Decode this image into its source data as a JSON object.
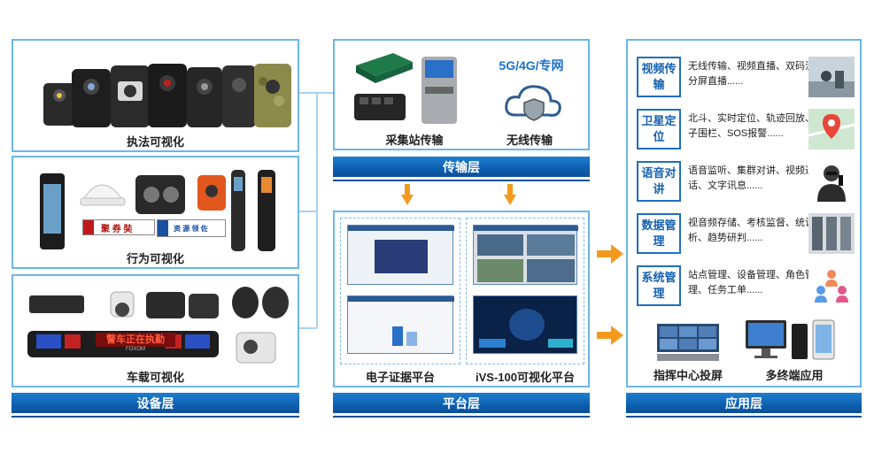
{
  "device_layer": {
    "label": "设备层",
    "groups": [
      {
        "caption": "执法可视化"
      },
      {
        "caption": "行为可视化",
        "badge_red": "聚 券 奘",
        "badge_blue": "资 源 领 佐"
      },
      {
        "caption": "车载可视化",
        "lightbar_text": "警车正在执勤",
        "lightbar_brand": "FOXOM"
      }
    ]
  },
  "transport_layer": {
    "label": "传输层",
    "items": [
      {
        "caption": "采集站传输"
      },
      {
        "caption": "无线传输",
        "network_label": "5G/4G/专网"
      }
    ]
  },
  "platform_layer": {
    "label": "平台层",
    "platforms": [
      {
        "caption": "电子证据平台"
      },
      {
        "caption": "iVS-100可视化平台"
      }
    ]
  },
  "application_layer": {
    "label": "应用层",
    "rows": [
      {
        "label": "视频传输",
        "desc": "无线传输、视频直播、双码流、分屏直播......"
      },
      {
        "label": "卫星定位",
        "desc": "北斗、实时定位、轨迹回放、电子围栏、SOS报警......"
      },
      {
        "label": "语音对讲",
        "desc": "语音监听、集群对讲、视频通话、文字讯息......"
      },
      {
        "label": "数据管理",
        "desc": "视音频存储、考核监督、统计分析、趋势研判......"
      },
      {
        "label": "系统管理",
        "desc": "站点管理、设备管理、角色管理、任务工单......"
      }
    ],
    "bottom": [
      {
        "caption": "指挥中心投屏"
      },
      {
        "caption": "多终端应用"
      }
    ]
  },
  "colors": {
    "accent": "#0e5fb0",
    "border": "#6cb6e8",
    "arrow": "#f39a1e"
  }
}
